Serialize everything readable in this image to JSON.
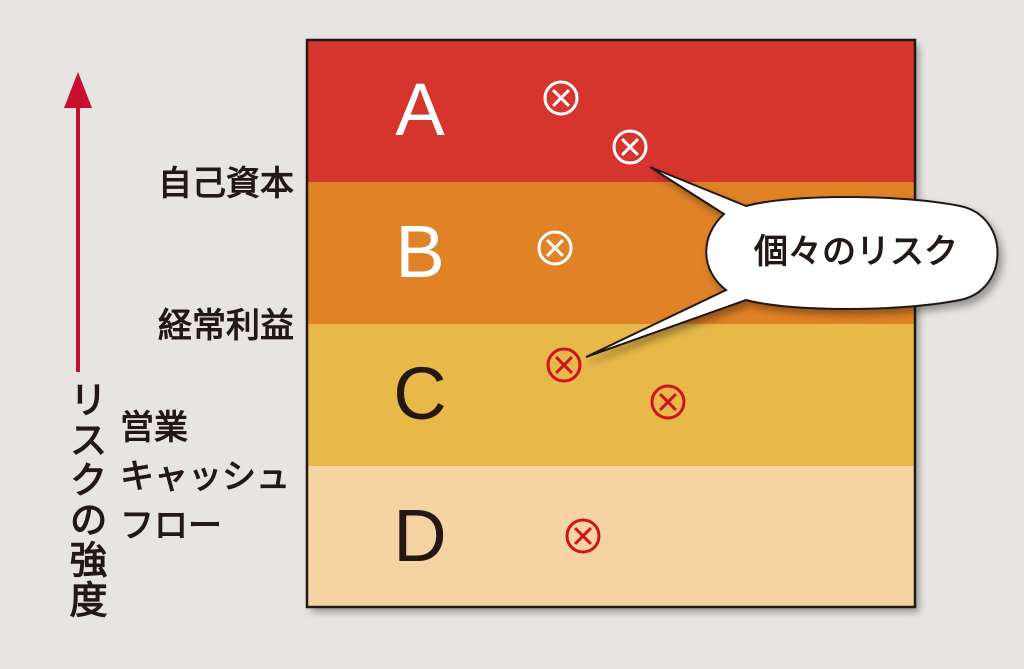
{
  "axis": {
    "label": "リスクの強度",
    "arrow_color": "#c8102e"
  },
  "buffers": {
    "equity": "自己資本",
    "ordinary_profit": "経常利益",
    "operating_cf": [
      "営業",
      "キャッシュ",
      "フロー"
    ]
  },
  "tiers": [
    {
      "letter": "A",
      "color": "#d6352f"
    },
    {
      "letter": "B",
      "color": "#e08227"
    },
    {
      "letter": "C",
      "color": "#e8b94a"
    },
    {
      "letter": "D",
      "color": "#f5d3a3"
    }
  ],
  "callout": {
    "label": "個々のリスク"
  },
  "markers": [
    {
      "tier": "A",
      "color": "#ffffff",
      "icon": "circled-x-icon"
    },
    {
      "tier": "A",
      "color": "#ffffff",
      "icon": "circled-x-icon"
    },
    {
      "tier": "B",
      "color": "#ffffff",
      "icon": "circled-x-icon"
    },
    {
      "tier": "C",
      "color": "#d0121b",
      "icon": "circled-x-icon"
    },
    {
      "tier": "C",
      "color": "#d0121b",
      "icon": "circled-x-icon"
    },
    {
      "tier": "D",
      "color": "#d0121b",
      "icon": "circled-x-icon"
    }
  ]
}
